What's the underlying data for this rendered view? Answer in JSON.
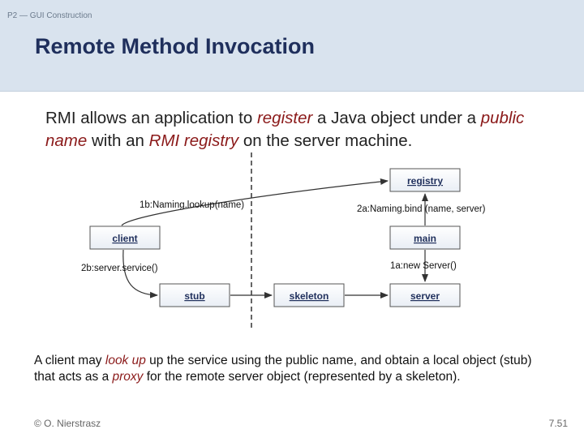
{
  "header": {
    "breadcrumb": "P2 — GUI Construction",
    "title": "Remote Method Invocation"
  },
  "intro": {
    "t1": "RMI allows an application to ",
    "h1": "register",
    "t2": " a Java object under a ",
    "h2": "public name",
    "t3": " with an ",
    "h3": "RMI registry",
    "t4": " on the server machine."
  },
  "diagram": {
    "boxes": {
      "registry": "registry",
      "client": "client",
      "main": "main",
      "stub": "stub",
      "skeleton": "skeleton",
      "server": "server"
    },
    "labels": {
      "lookup": "1b:Naming.lookup(name)",
      "bind": "2a:Naming.bind (name, server)",
      "service": "2b:server.service()",
      "new_server": "1a:new Server()"
    }
  },
  "body": {
    "t1": "A client may ",
    "h1": "look up",
    "t2": " up the service using the public name, and obtain a local object (stub) that acts as a ",
    "h2": "proxy",
    "t3": " for the remote server object (represented by a skeleton)."
  },
  "footer": {
    "author": "© O. Nierstrasz",
    "page": "7.51"
  }
}
